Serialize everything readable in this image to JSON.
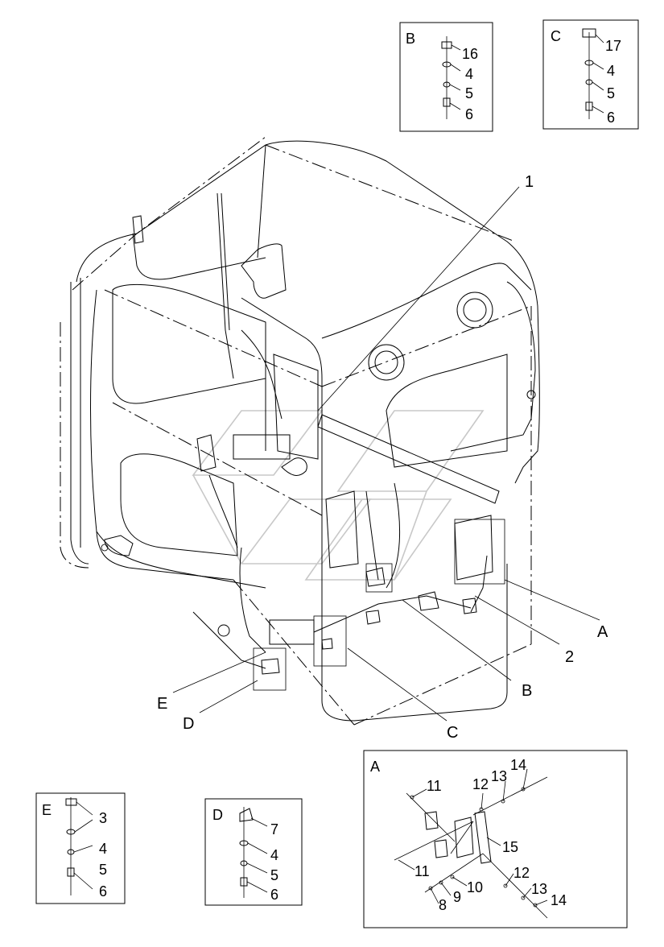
{
  "main_callouts": [
    "1",
    "2",
    "A",
    "B",
    "C",
    "D",
    "E"
  ],
  "detail_views": {
    "B": {
      "label": "B",
      "items": [
        "16",
        "4",
        "5",
        "6"
      ]
    },
    "C": {
      "label": "C",
      "items": [
        "17",
        "4",
        "5",
        "6"
      ]
    },
    "E": {
      "label": "E",
      "items": [
        "3",
        "4",
        "5",
        "6"
      ]
    },
    "D": {
      "label": "D",
      "items": [
        "7",
        "4",
        "5",
        "6"
      ]
    },
    "A": {
      "label": "A",
      "items": [
        "11",
        "12",
        "13",
        "14",
        "15",
        "11",
        "9",
        "10",
        "12",
        "13",
        "14",
        "8"
      ]
    }
  }
}
